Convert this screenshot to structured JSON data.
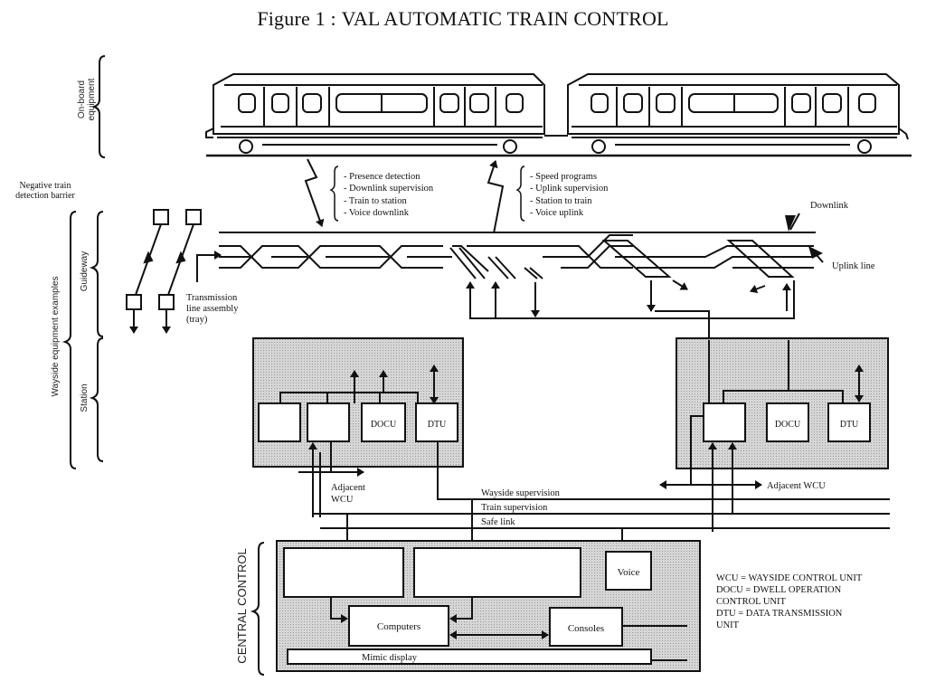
{
  "title": {
    "prefix": "Figure 1 :",
    "main": "VAL AUTOMATIC TRAIN CONTROL"
  },
  "side_labels": {
    "onboard": [
      "On-board",
      "equipment"
    ],
    "wayside": "Wayside equipment examples",
    "guideway": "Guideway",
    "station": "Station",
    "central": "CENTRAL CONTROL"
  },
  "barrier_label": [
    "Negative train",
    "detection barrier"
  ],
  "tray_label": [
    "Transmission",
    "line assembly",
    "(tray)"
  ],
  "downlink_items": [
    "- Presence detection",
    "- Downlink supervision",
    "- Train to station",
    "- Voice downlink"
  ],
  "uplink_items": [
    "- Speed programs",
    "- Uplink supervision",
    "- Station to train",
    "- Voice uplink"
  ],
  "line_labels": {
    "downlink": "Downlink",
    "uplink": "Uplink line"
  },
  "station_left": {
    "docu": "DOCU",
    "dtu": "DTU",
    "adjacent": [
      "Adjacent",
      "WCU"
    ]
  },
  "station_right": {
    "docu": "DOCU",
    "dtu": "DTU",
    "adjacent": "Adjacent WCU"
  },
  "bus_labels": {
    "wayside": "Wayside supervision",
    "train": "Train supervision",
    "safe": "Safe link"
  },
  "central": {
    "voice": "Voice",
    "computers": "Computers",
    "consoles": "Consoles",
    "mimic": "Mimic display"
  },
  "legend": [
    "WCU = WAYSIDE CONTROL UNIT",
    "DOCU = DWELL OPERATION",
    " CONTROL UNIT",
    "DTU = DATA TRANSMISSION",
    "UNIT"
  ],
  "colors": {
    "ink": "#111111",
    "shade": "#c9c9c9",
    "paper": "#ffffff"
  }
}
